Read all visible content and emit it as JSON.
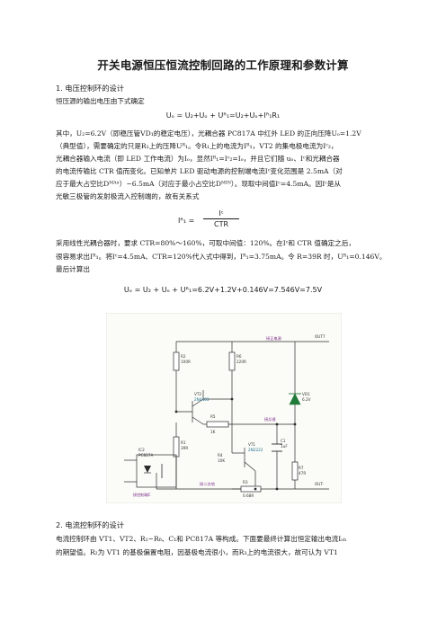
{
  "doc": {
    "title": "开关电源恒压恒流控制回路的工作原理和参数计算",
    "section1": {
      "heading": "1.   电压控制环的设计"
    },
    "lines": [
      "恒压源的输出电压由下式确定",
      "其中，U₂=6.2V（即稳压管VD₁的稳定电压），光耦合器 PC817A 中红外 LED 的正向压降Uₒ=1.2V",
      "（典型值），需要确定的只是R₁上的压降Uᴿ₁。令R₁上的电流为Iᴿ₁，VT2 的集电极电流为Iᶜ₂，",
      "光耦合器输入电流（即 LED 工作电流）为Iₒ，显然Iᴿ₁=Iᶜ₂=Iₒ，并且它们随 uₒ、Iᶜ和光耦合器",
      "的电流传输比 CTR 值而变化。已知单片 LED 驱动电源的控制端电流Iᶜ变化范围是 2.5mA（对",
      "应于最大占空比Dᴹᴬˣ）~6.5mA（对应于最小占空比Dᴹᴵᴺ）。现取中间值Iᶜ=4.5mA。因Iᶜ是从",
      "光敏三极管的发射极流入控制端的，故有关系式",
      "采用线性光耦合器时，要求 CTR=80%～160%，可取中间值：120%。在Iᶜ和 CTR 值确定之后，",
      "很容易求出Iᴿ₁。将Iᶜ=4.5mA、CTR=120%代入式中得到，Iᴿ₁=3.75mA。令 R=39R 时，Uᴿ₁=0.146V。",
      "最后计算出"
    ],
    "eq1": "Uₒ = U₂+Uₒ + Uᴿ₁=U₂+Uₒ+Iᴿ₁R₁",
    "eq2": {
      "lhs": "Iᴿ₁ =",
      "num": "Iᶜ",
      "den": "CTR"
    },
    "eq3": "Uₒ = U₂ + Uₒ + Uᴿ₁=6.2V+1.2V+0.146V=7.546V=7.5V",
    "section2": {
      "heading": "2.   电流控制环的设计"
    },
    "lines2": [
      "电流控制环由 VT1、VT2、R₁~R₆、C₁和 PC817A 等构成。下面要最终计算出恒定输出电流Iₒₕ",
      "的期望值。R₂为 VT1 的基极偏置电阻，因基极电流很小，而R₃上的电流很大，故可认为 VT1"
    ]
  },
  "circuit": {
    "labels": {
      "vout": "OUT7",
      "r2": "R2",
      "r2v": "100R",
      "r6": "R6",
      "r6v": "220R",
      "vd1": "VD1",
      "vd1v": "6.2V",
      "vt2": "VT2",
      "vt2v": "2N4403",
      "r5": "R5",
      "r5v": "1K",
      "r1": "R1",
      "r1v": "39R",
      "c1": "C1",
      "c1v": "1uF",
      "vt1": "VT1",
      "vt1v": "2N2222",
      "ic2": "IC2",
      "ic2v": "PC817A",
      "r4": "R4",
      "r4v": "10K",
      "r3": "R3",
      "r3v": "0.68R",
      "r7": "R7",
      "r7v": "47R",
      "ctrl": "接控制端C",
      "gnd": "接二次地",
      "outminus": "OUT-",
      "sideA": "接正电源",
      "sideB": "接反馈"
    }
  }
}
